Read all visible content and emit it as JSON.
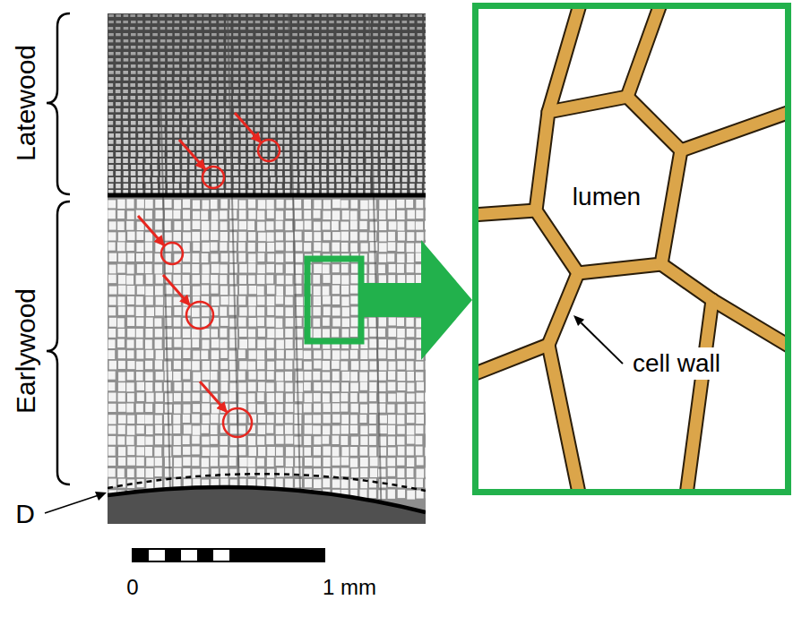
{
  "diagram": {
    "nodes": [
      {
        "text": [
          "lumen",
          "cell wall"
        ]
      }
    ],
    "labels": [
      "Latewood",
      "Earlywood",
      "D",
      "0",
      "1 mm"
    ]
  }
}
